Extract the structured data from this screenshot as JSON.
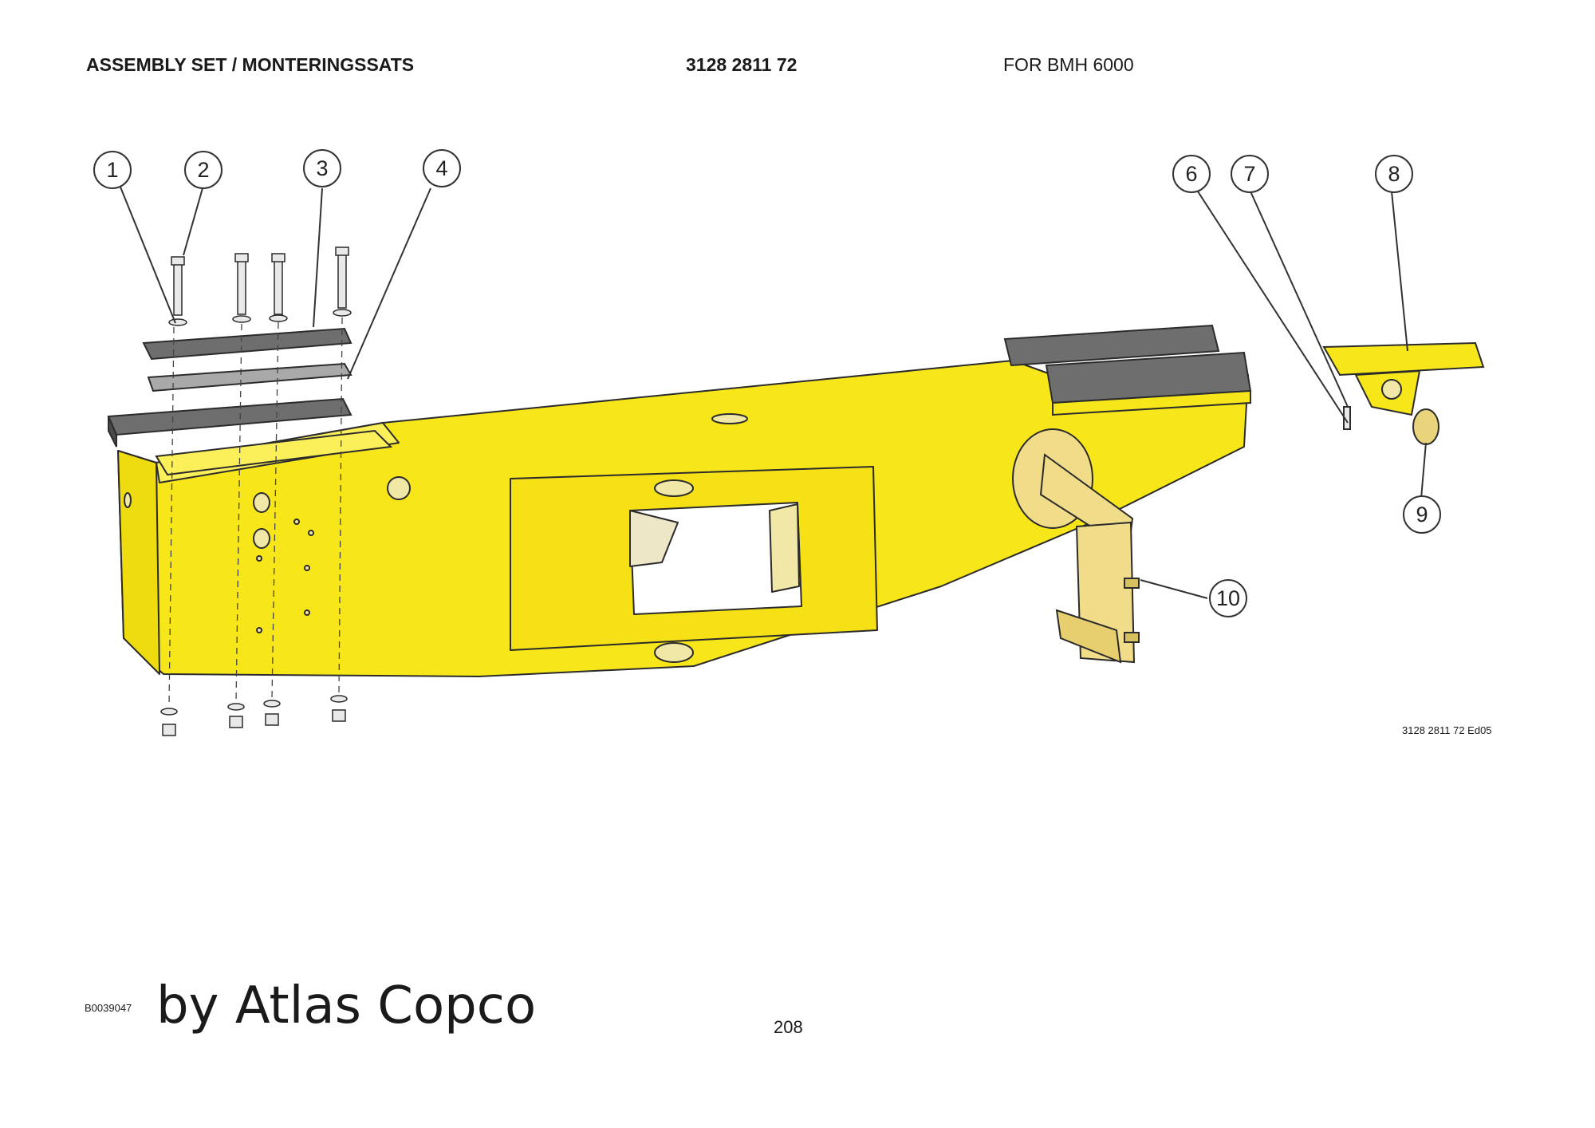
{
  "header": {
    "title": "ASSEMBLY SET / MONTERINGSSATS",
    "part_number": "3128 2811 72",
    "applies_to": "FOR BMH 6000"
  },
  "callouts": [
    "1",
    "2",
    "3",
    "4",
    "6",
    "7",
    "8",
    "9",
    "10"
  ],
  "drawing_code": "3128 2811 72 Ed05",
  "footer": {
    "doc_id": "B0039047",
    "brand": "by Atlas Copco",
    "page": "208"
  },
  "colors": {
    "frame_yellow": "#f7e61a",
    "flange_tan": "#f1dc8a",
    "pad_dark": "#6e6e6e",
    "pad_light": "#a9a9a9",
    "outline": "#2b2b2b"
  }
}
